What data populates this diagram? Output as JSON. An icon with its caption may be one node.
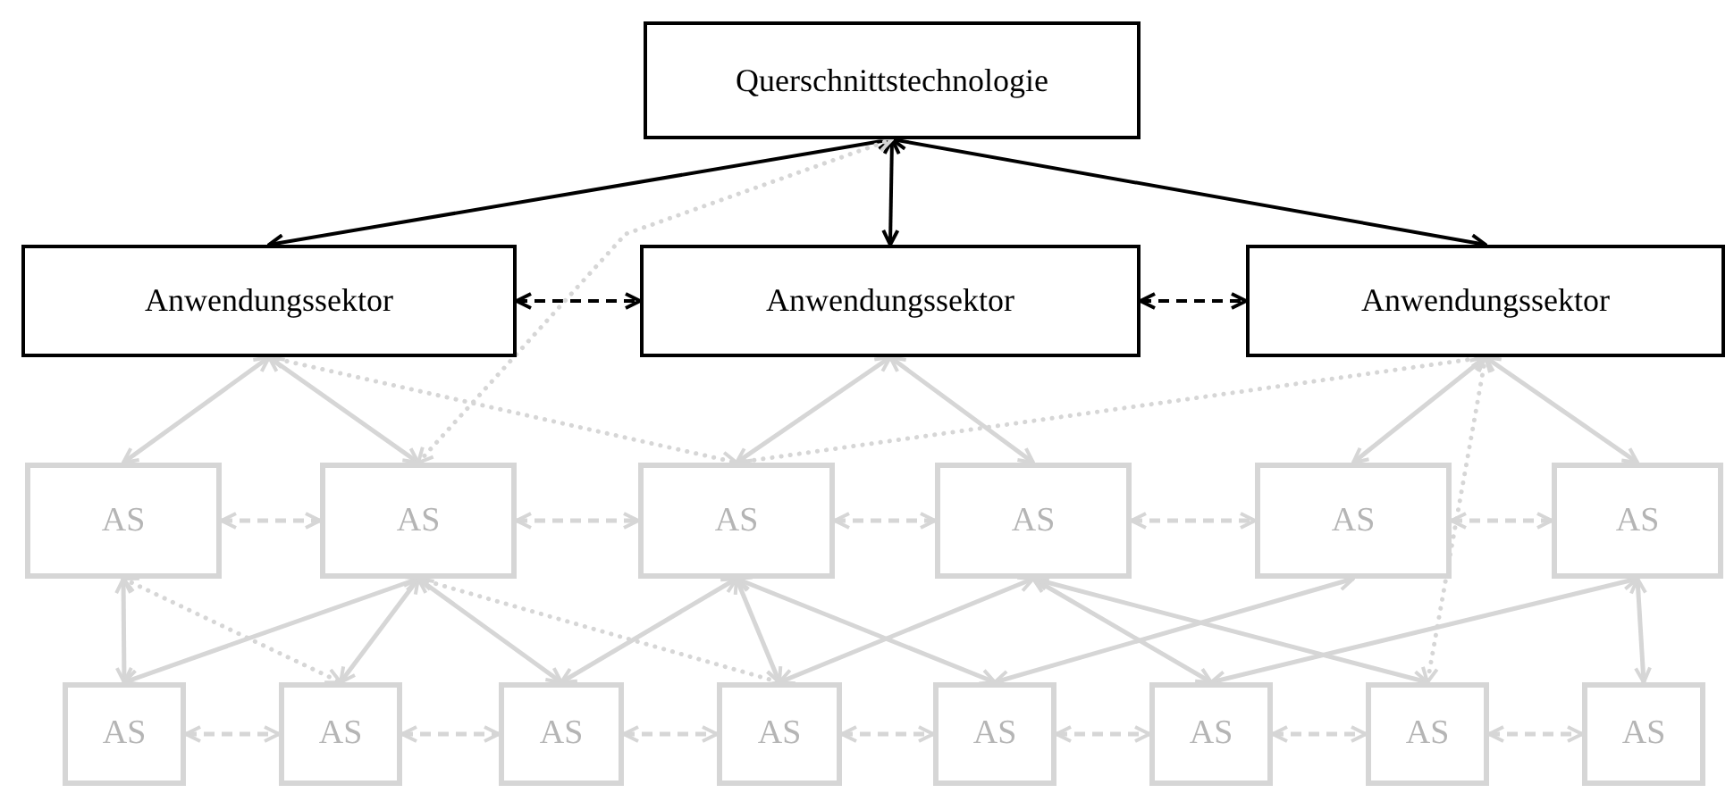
{
  "diagram": {
    "nodes": [
      {
        "text": [
          "Querschnittstechnologie"
        ]
      },
      {
        "text": [
          "Anwendungssektor"
        ]
      },
      {
        "text": [
          "Anwendungssektor"
        ]
      },
      {
        "text": [
          "Anwendungssektor"
        ]
      },
      {
        "text": [
          "AS"
        ]
      },
      {
        "text": [
          "AS"
        ]
      },
      {
        "text": [
          "AS"
        ]
      },
      {
        "text": [
          "AS"
        ]
      },
      {
        "text": [
          "AS"
        ]
      },
      {
        "text": [
          "AS"
        ]
      },
      {
        "text": [
          "AS"
        ]
      },
      {
        "text": [
          "AS"
        ]
      },
      {
        "text": [
          "AS"
        ]
      },
      {
        "text": [
          "AS"
        ]
      },
      {
        "text": [
          "AS"
        ]
      },
      {
        "text": [
          "AS"
        ]
      },
      {
        "text": [
          "AS"
        ]
      },
      {
        "text": [
          "AS"
        ]
      }
    ],
    "edges": [
      {
        "from": 0,
        "to": 1,
        "arrow": "both",
        "color": "#000000"
      },
      {
        "from": 0,
        "to": 2,
        "arrow": "both",
        "color": "#000000"
      },
      {
        "from": 0,
        "to": 3,
        "arrow": "both",
        "color": "#000000"
      },
      {
        "from": 1,
        "to": 2,
        "arrow": "both",
        "style": "dashed",
        "color": "#000000"
      },
      {
        "from": 2,
        "to": 3,
        "arrow": "both",
        "style": "dashed",
        "color": "#000000"
      },
      {
        "from": 1,
        "to": 4,
        "arrow": "both"
      },
      {
        "from": 1,
        "to": 5,
        "arrow": "both"
      },
      {
        "from": 1,
        "to": 6,
        "arrow": "both",
        "style": "dashed"
      },
      {
        "from": 5,
        "to": 0,
        "arrow": "both",
        "style": "dashed"
      },
      {
        "from": 2,
        "to": 6,
        "arrow": "both"
      },
      {
        "from": 2,
        "to": 7,
        "arrow": "both"
      },
      {
        "from": 3,
        "to": 6,
        "arrow": "both",
        "style": "dashed"
      },
      {
        "from": 3,
        "to": 8,
        "arrow": "both"
      },
      {
        "from": 3,
        "to": 9,
        "arrow": "both"
      },
      {
        "from": 3,
        "to": 16,
        "arrow": "both",
        "style": "dashed"
      },
      {
        "from": 4,
        "to": 5,
        "arrow": "both",
        "style": "dashed"
      },
      {
        "from": 5,
        "to": 6,
        "arrow": "both",
        "style": "dashed"
      },
      {
        "from": 6,
        "to": 7,
        "arrow": "both",
        "style": "dashed"
      },
      {
        "from": 7,
        "to": 8,
        "arrow": "both",
        "style": "dashed"
      },
      {
        "from": 8,
        "to": 9,
        "arrow": "both",
        "style": "dashed"
      },
      {
        "from": 4,
        "to": 10,
        "arrow": "both"
      },
      {
        "from": 4,
        "to": 11,
        "arrow": "both",
        "style": "dashed"
      },
      {
        "from": 5,
        "to": 10,
        "arrow": "both"
      },
      {
        "from": 5,
        "to": 11,
        "arrow": "both"
      },
      {
        "from": 5,
        "to": 12,
        "arrow": "both"
      },
      {
        "from": 5,
        "to": 13,
        "arrow": "both",
        "style": "dashed"
      },
      {
        "from": 6,
        "to": 12,
        "arrow": "both"
      },
      {
        "from": 6,
        "to": 13,
        "arrow": "both"
      },
      {
        "from": 6,
        "to": 14,
        "arrow": "both"
      },
      {
        "from": 7,
        "to": 13,
        "arrow": "both"
      },
      {
        "from": 7,
        "to": 15,
        "arrow": "both"
      },
      {
        "from": 7,
        "to": 16,
        "arrow": "both"
      },
      {
        "from": 8,
        "to": 14,
        "arrow": "both"
      },
      {
        "from": 9,
        "to": 15,
        "arrow": "both"
      },
      {
        "from": 9,
        "to": 17,
        "arrow": "both"
      },
      {
        "from": 10,
        "to": 11,
        "arrow": "both",
        "style": "dashed"
      },
      {
        "from": 11,
        "to": 12,
        "arrow": "both",
        "style": "dashed"
      },
      {
        "from": 12,
        "to": 13,
        "arrow": "both",
        "style": "dashed"
      },
      {
        "from": 13,
        "to": 14,
        "arrow": "both",
        "style": "dashed"
      },
      {
        "from": 14,
        "to": 15,
        "arrow": "both",
        "style": "dashed"
      },
      {
        "from": 15,
        "to": 16,
        "arrow": "both",
        "style": "dashed"
      },
      {
        "from": 16,
        "to": 17,
        "arrow": "both",
        "style": "dashed"
      }
    ]
  }
}
